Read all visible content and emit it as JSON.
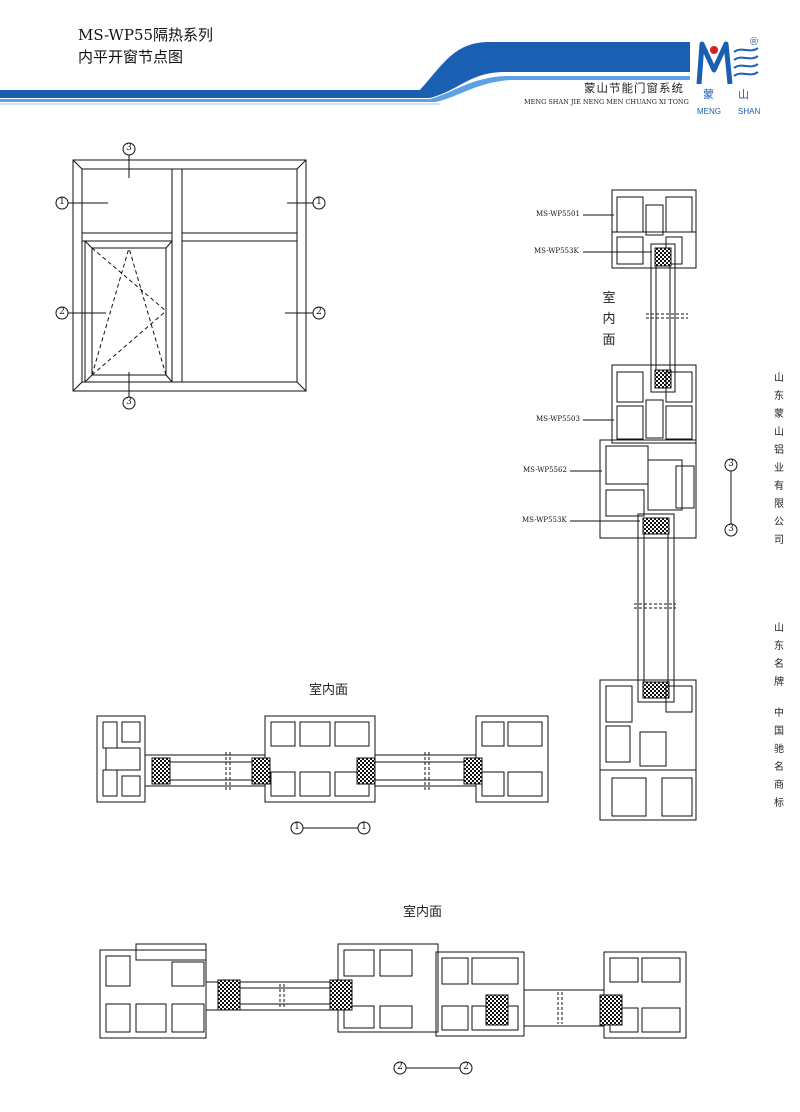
{
  "header": {
    "title_line1": "MS-WP55隔热系列",
    "title_line2": "内平开窗节点图",
    "company_cn": "蒙山节能门窗系统",
    "company_en": "MENG SHAN JIE NENG MEN CHUANG XI TONG",
    "logo_word1": "MENG",
    "logo_word2": "SHAN",
    "logo_cn1": "蒙",
    "logo_cn2": "山",
    "registered": "®",
    "brand_blue": "#1b5fb3"
  },
  "side_text": {
    "company": "山东蒙山铝业有限公司",
    "brand": "山东名牌",
    "trademark": "中国驰名商标"
  },
  "elevation": {
    "markers": [
      "1",
      "1",
      "2",
      "2",
      "3",
      "3"
    ]
  },
  "vertical_section": {
    "indoor": "室内面",
    "profiles": [
      "MS-WP5501",
      "MS-WP553K",
      "MS-WP5503",
      "MS-WP5562",
      "MS-WP553K"
    ],
    "markers": [
      "3",
      "3"
    ]
  },
  "section_1": {
    "indoor": "室内面",
    "markers": [
      "1",
      "1"
    ]
  },
  "section_2": {
    "indoor": "室内面",
    "markers": [
      "2",
      "2"
    ]
  }
}
